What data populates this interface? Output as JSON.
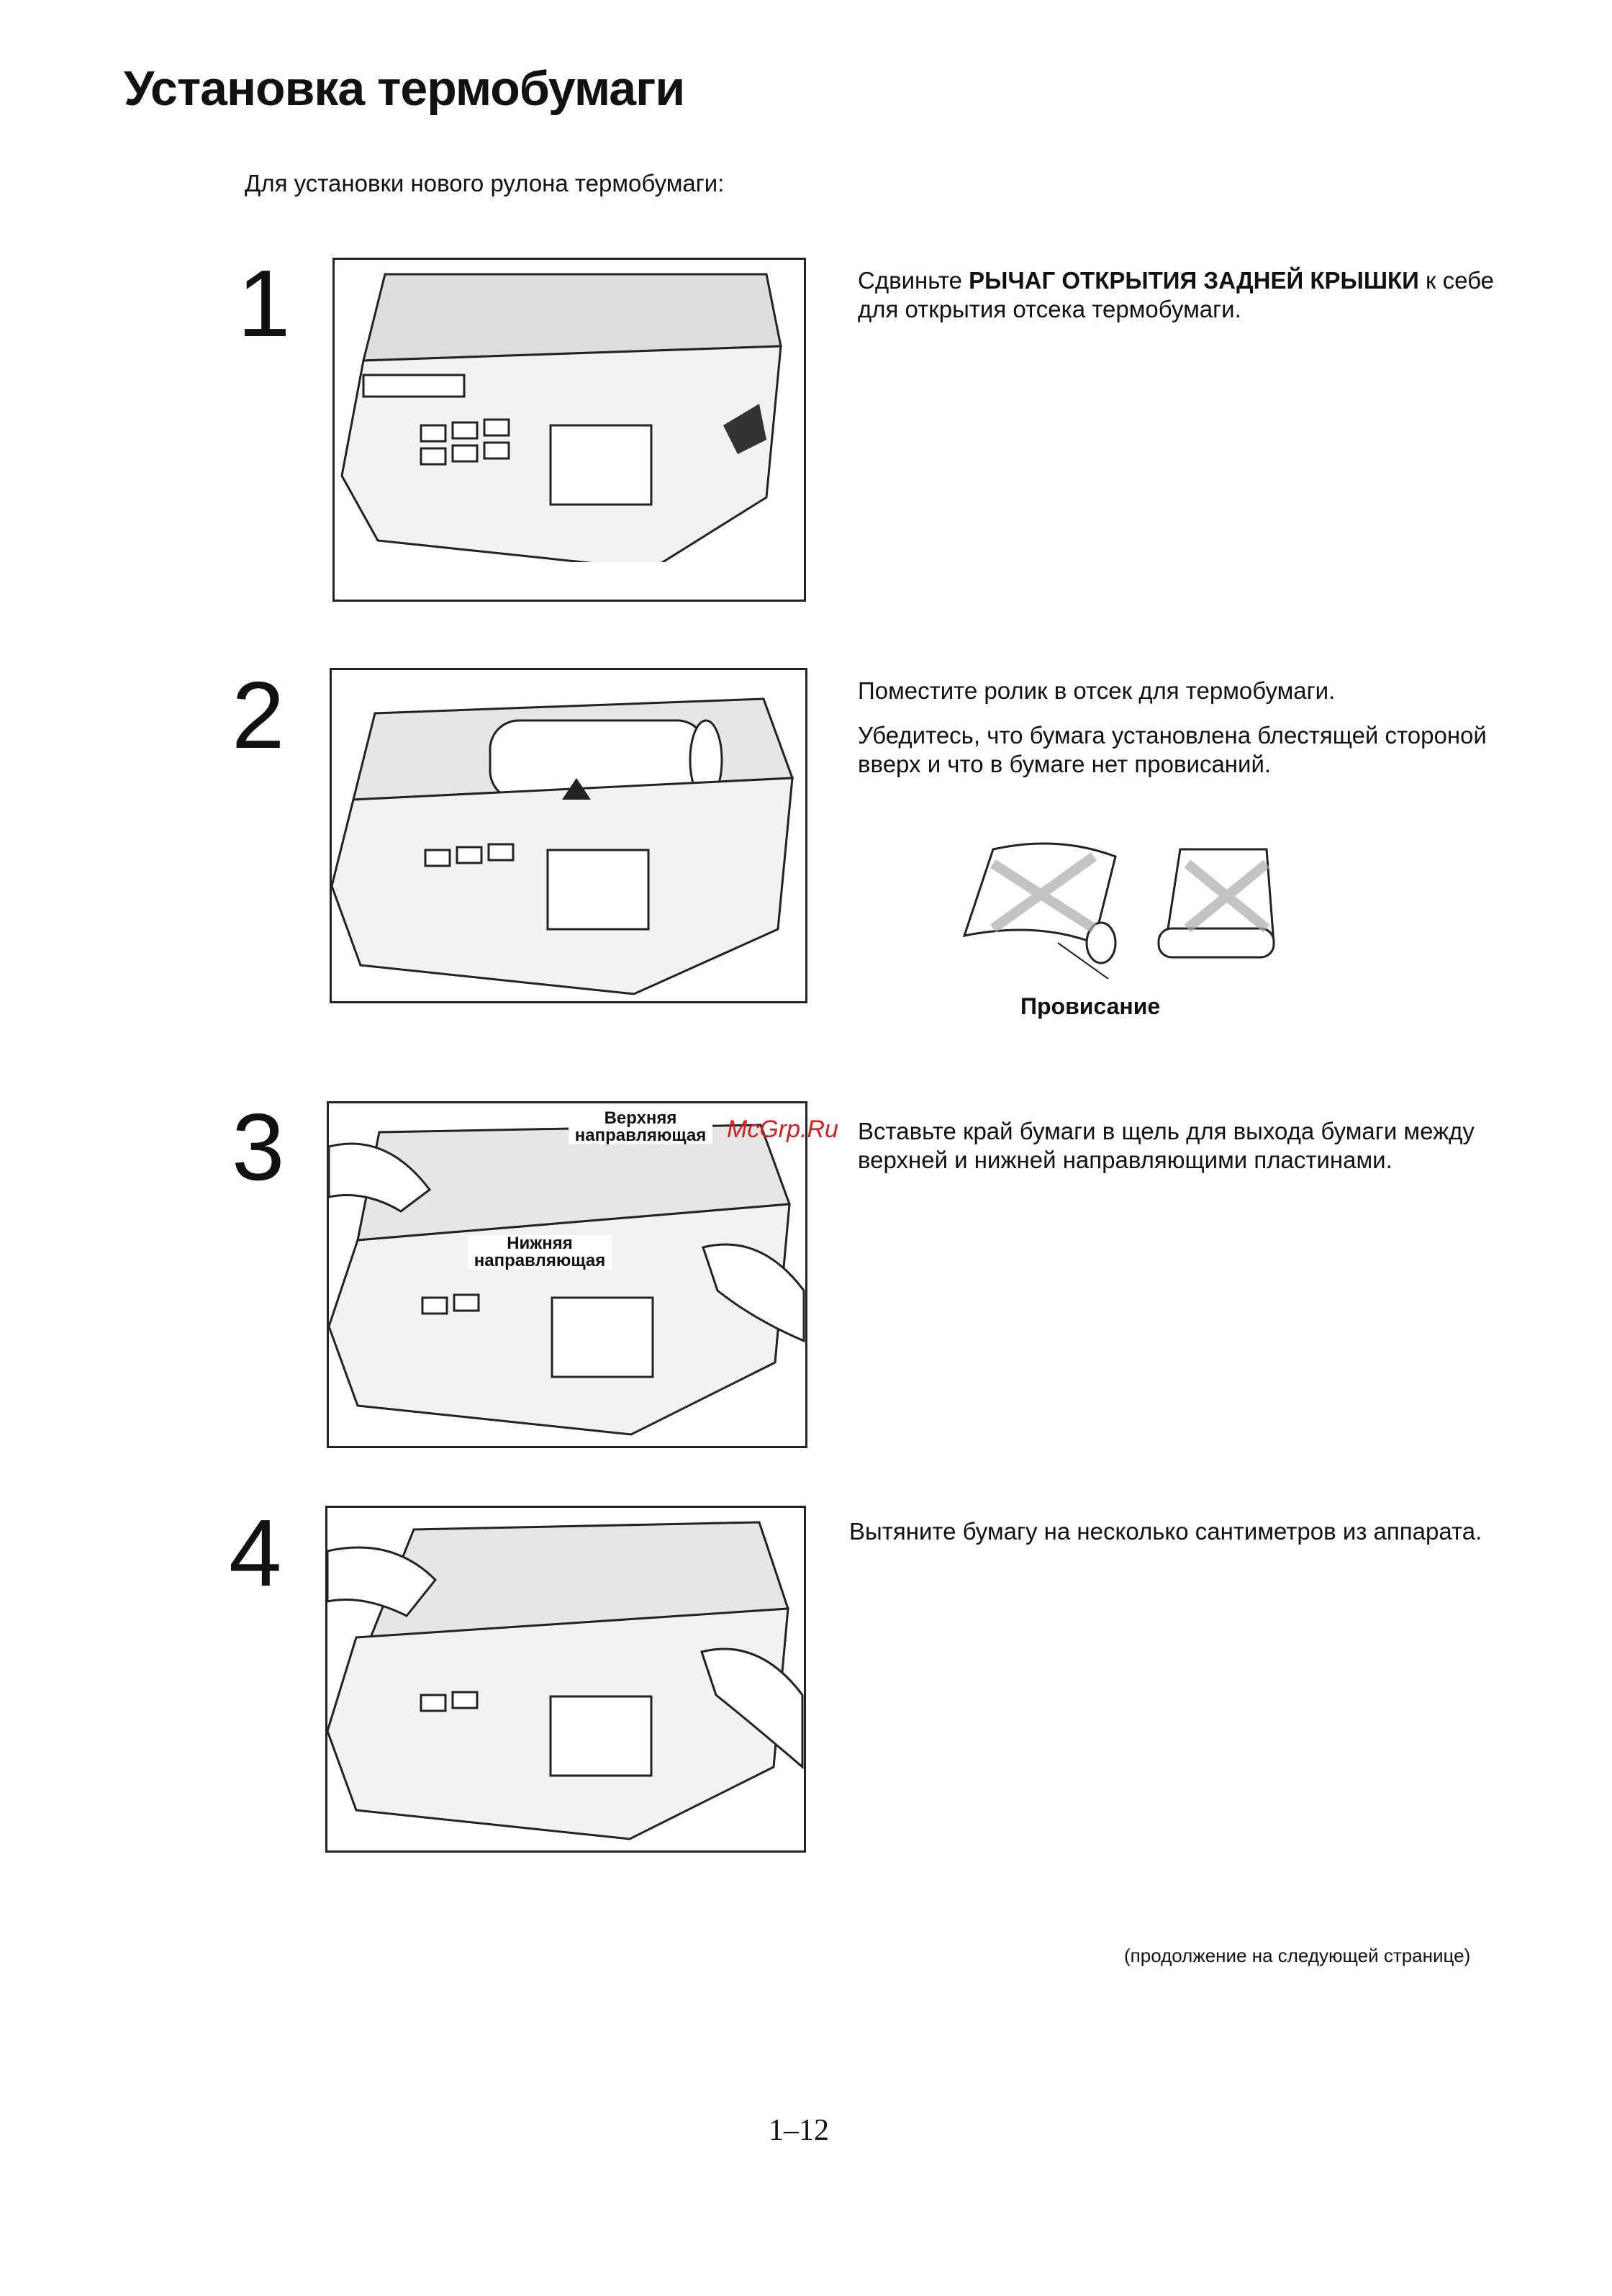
{
  "page": {
    "title": "Установка термобумаги",
    "intro": "Для установки нового рулона термобумаги:",
    "footer_continued": "(продолжение на следующей странице)",
    "page_number": "1–12",
    "watermark": "McGrp.Ru"
  },
  "steps": [
    {
      "number": "1",
      "text_prefix": "Сдвиньте ",
      "text_bold": "РЫЧАГ ОТКРЫТИЯ ЗАДНЕЙ КРЫШКИ",
      "text_suffix": " к себе для открытия отсека термобумаги."
    },
    {
      "number": "2",
      "text": "Поместите ролик в отсек для термобумаги.",
      "text_2": "Убедитесь, что бумага установлена блестящей стороной вверх и что в бумаге нет провисаний.",
      "sag_label": "Провисание"
    },
    {
      "number": "3",
      "text": "Вставьте край бумаги в щель для выхода бумаги между верхней и нижней направляющими пластинами.",
      "callout_upper": [
        "Верхняя",
        "направляющая"
      ],
      "callout_lower": [
        "Нижняя",
        "направляющая"
      ]
    },
    {
      "number": "4",
      "text": "Вытяните бумагу на несколько сантиметров из аппарата."
    }
  ]
}
